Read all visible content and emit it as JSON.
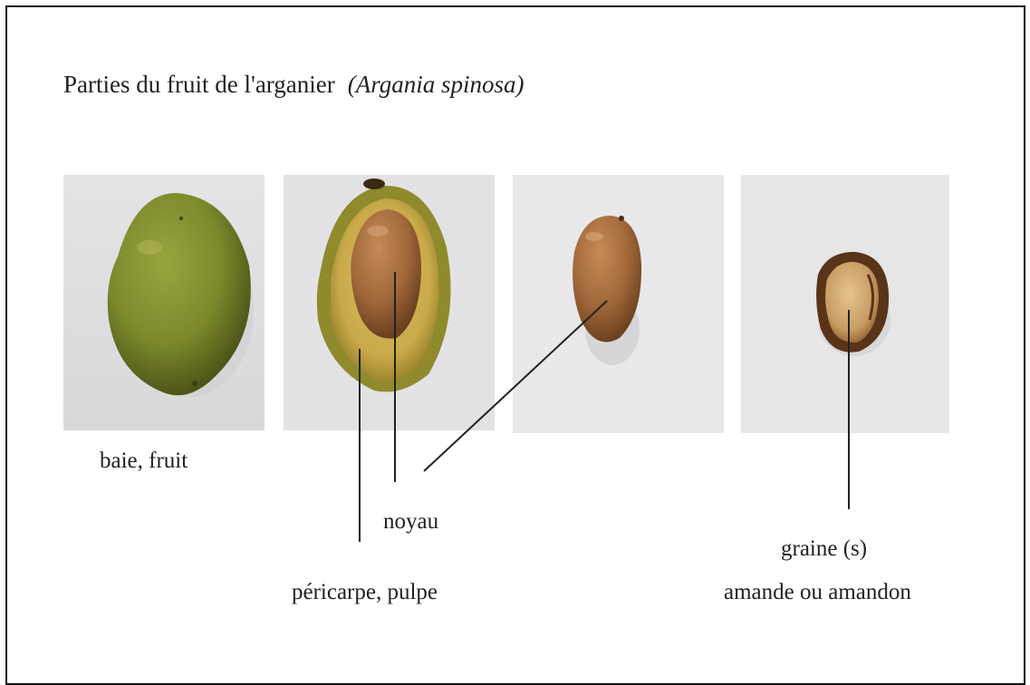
{
  "title": {
    "main": "Parties du fruit de l'arganier",
    "latin": "(Argania spinosa)"
  },
  "photos": [
    {
      "subject": "whole green argan berry"
    },
    {
      "subject": "berry cut open showing pulp and nut"
    },
    {
      "subject": "brown nut (noyau)"
    },
    {
      "subject": "cracked nut showing kernel"
    }
  ],
  "labels": {
    "fruit": "baie, fruit",
    "noyau": "noyau",
    "pericarpe": "péricarpe, pulpe",
    "graine": "graine (s)",
    "amande": "amande ou amandon"
  },
  "colors": {
    "fruit_green": "#7d8a2c",
    "nut_brown": "#a0673a",
    "pulp_yellow": "#c9a94a",
    "photo_bg": "#e6e6e8",
    "line": "#222222"
  }
}
